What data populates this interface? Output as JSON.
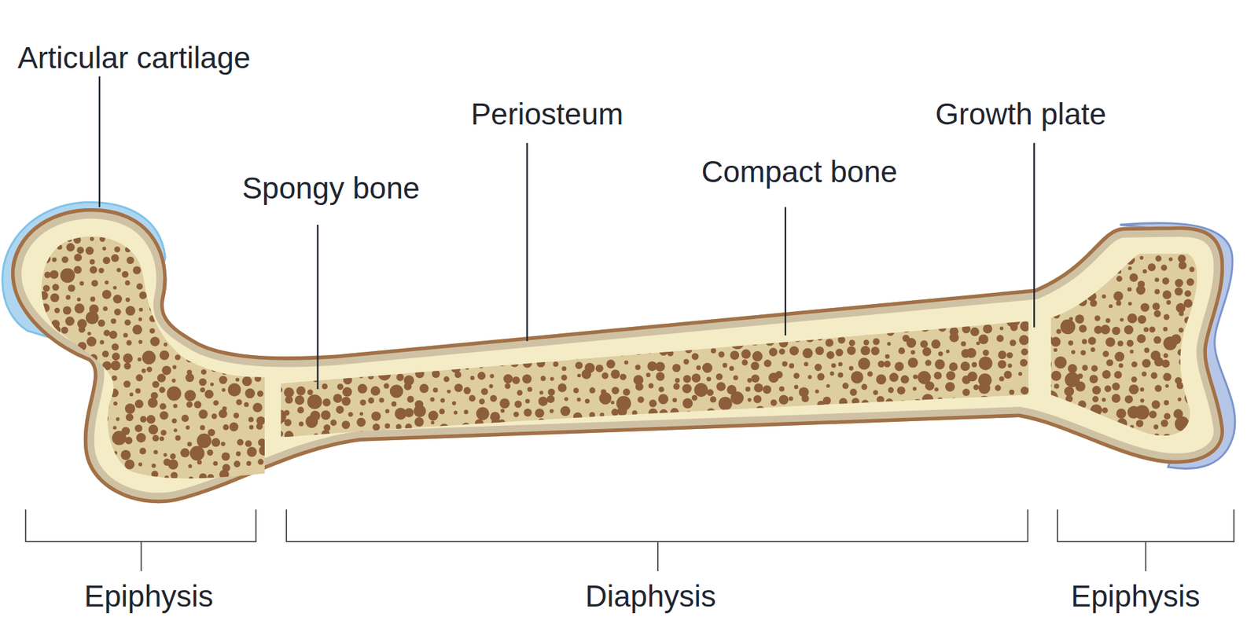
{
  "diagram": {
    "labels": [
      "Articular cartilage",
      "Periosteum",
      "Spongy bone",
      "Compact bone",
      "Growth plate",
      "Epiphysis",
      "Diaphysis",
      "Epiphysis"
    ]
  }
}
